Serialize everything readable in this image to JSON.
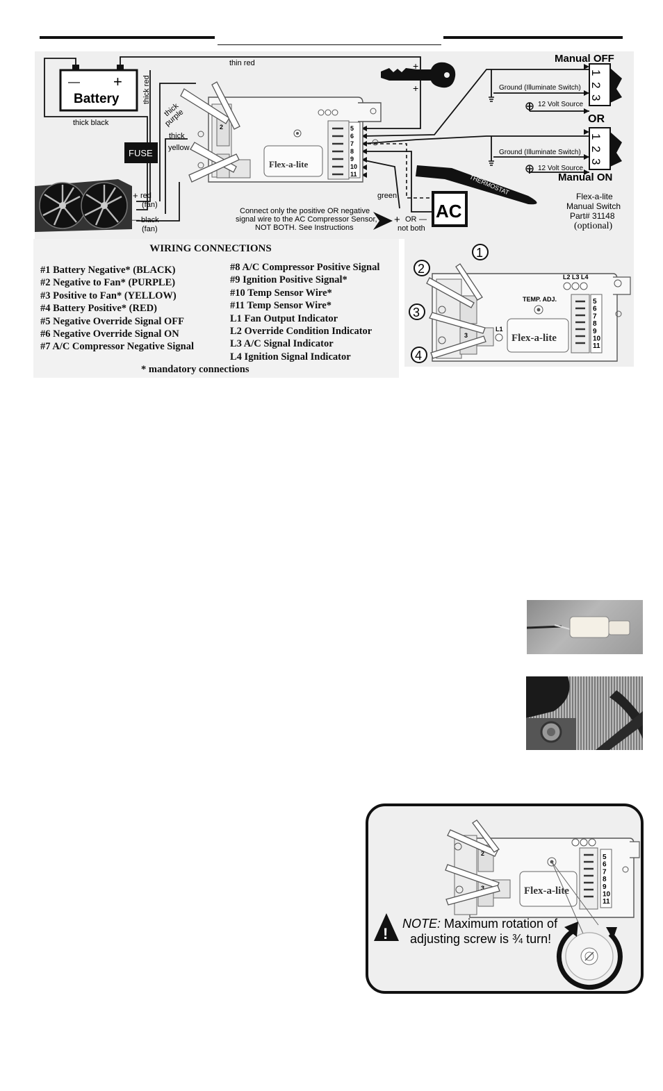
{
  "wiring": {
    "battery_label": "Battery",
    "battery_minus": "—",
    "battery_plus": "+",
    "thin_red": "thin red",
    "thick_red": "thick red",
    "thick_black": "thick black",
    "thick_purple_1": "thick",
    "thick_purple_2": "purple",
    "thick_yellow_1": "thick",
    "thick_yellow_2": "yellow",
    "fuse": "FUSE",
    "fan_red_sign": "+",
    "fan_red": "red",
    "fan_red_sub": "(fan)",
    "fan_black_sign": "—",
    "fan_black": "black",
    "fan_black_sub": "(fan)",
    "green": "green",
    "ac": "AC",
    "ac_plus": "+",
    "ac_or": "OR",
    "ac_minus": "—",
    "ac_not_both": "not both",
    "note_line1": "Connect only the positive OR negative",
    "note_line2": "signal wire to the AC Compressor Sensor,",
    "note_line3": "NOT BOTH. See Instructions",
    "thermostat": "THERMOSTAT",
    "key_plus_1": "+",
    "key_plus_2": "+",
    "manual_off": "Manual OFF",
    "or": "OR",
    "manual_on": "Manual ON",
    "ground_1": "Ground (Illuminate Switch)",
    "ground_2": "Ground (Illuminate Switch)",
    "volt_1": "12 Volt Source",
    "volt_2": "12 Volt Source",
    "switch_pins": [
      "1",
      "2",
      "3"
    ],
    "switch_info": [
      "Flex-a-lite",
      "Manual Switch",
      "Part# 31148"
    ],
    "switch_optional": "(optional)",
    "brand": "Flex-a-lite",
    "port_numbers": [
      "5",
      "6",
      "7",
      "8",
      "9",
      "10",
      "11"
    ],
    "post_2": "2",
    "post_3": "3"
  },
  "legend": {
    "title": "WIRING CONNECTIONS",
    "left": [
      "#1  Battery Negative* (BLACK)",
      "#2  Negative to Fan* (PURPLE)",
      "#3  Positive to Fan* (YELLOW)",
      "#4  Battery Positive* (RED)",
      "#5  Negative Override Signal OFF",
      "#6  Negative Override Signal ON",
      "#7  A/C Compressor Negative Signal"
    ],
    "right": [
      "#8  A/C Compressor Positive Signal",
      "#9  Ignition Positive Signal*",
      "#10  Temp Sensor Wire*",
      "#11  Temp Sensor Wire*",
      "L1  Fan Output Indicator",
      "L2  Override Condition Indicator",
      "L3  A/C Signal Indicator",
      "L4  Ignition Signal Indicator"
    ],
    "footnote": "* mandatory connections"
  },
  "controller": {
    "callouts": [
      "1",
      "2",
      "3",
      "4"
    ],
    "leds": "L2 L3 L4",
    "temp_adj": "TEMP. ADJ.",
    "l1": "L1"
  },
  "adjust": {
    "note_word": "NOTE:",
    "note_rest": " Maximum rotation of",
    "note_line2": "adjusting screw is ¾ turn!",
    "warn_mark": "!"
  }
}
